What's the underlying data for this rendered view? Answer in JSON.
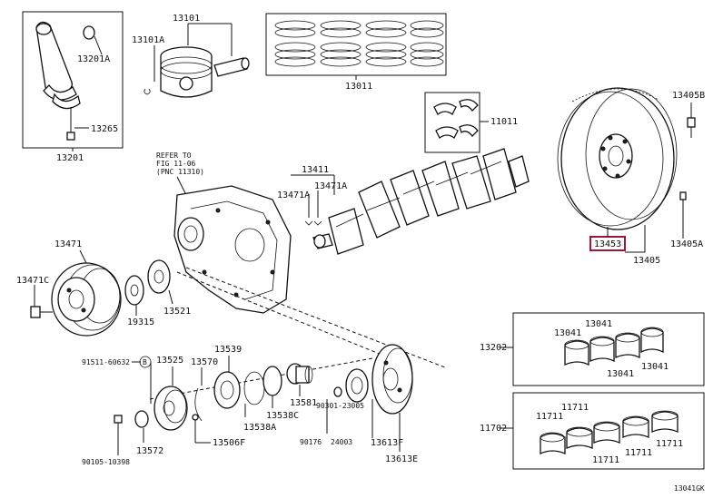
{
  "diagram_id": "13041GK",
  "highlight_color": "#a0163a",
  "labels": {
    "l13101": "13101",
    "l13101A": "13101A",
    "l13201A": "13201A",
    "l13265": "13265",
    "l13201": "13201",
    "l13011": "13011",
    "l11011": "11011",
    "l13405B": "13405B",
    "l13453": "13453",
    "l13405A": "13405A",
    "l13405": "13405",
    "ref1": "REFER TO",
    "ref2": "FIG 11-06",
    "ref3": "(PNC 11310)",
    "l13411": "13411",
    "l13471A_1": "13471A",
    "l13471A_2": "13471A",
    "l13471": "13471",
    "l13471C": "13471C",
    "l19315": "19315",
    "l13521": "13521",
    "l13202": "13202",
    "l13041_1": "13041",
    "l13041_2": "13041",
    "l13041_3": "13041",
    "l13041_4": "13041",
    "l11702": "11702",
    "l11711_1": "11711",
    "l11711_2": "11711",
    "l11711_3": "11711",
    "l11711_4": "11711",
    "l11711_5": "11711",
    "l91511": "91511-60632",
    "lB": "B",
    "l13525": "13525",
    "l13570": "13570",
    "l13539": "13539",
    "l13538C": "13538C",
    "l13538A": "13538A",
    "l13581": "13581",
    "l13506F": "13506F",
    "l90176": "90176",
    "l24003": "24003",
    "l90301": "90301-23005",
    "l13613F": "13613F",
    "l13613E": "13613E",
    "l90105": "90105-10398",
    "l13572": "13572",
    "lcode": "13041GK"
  }
}
